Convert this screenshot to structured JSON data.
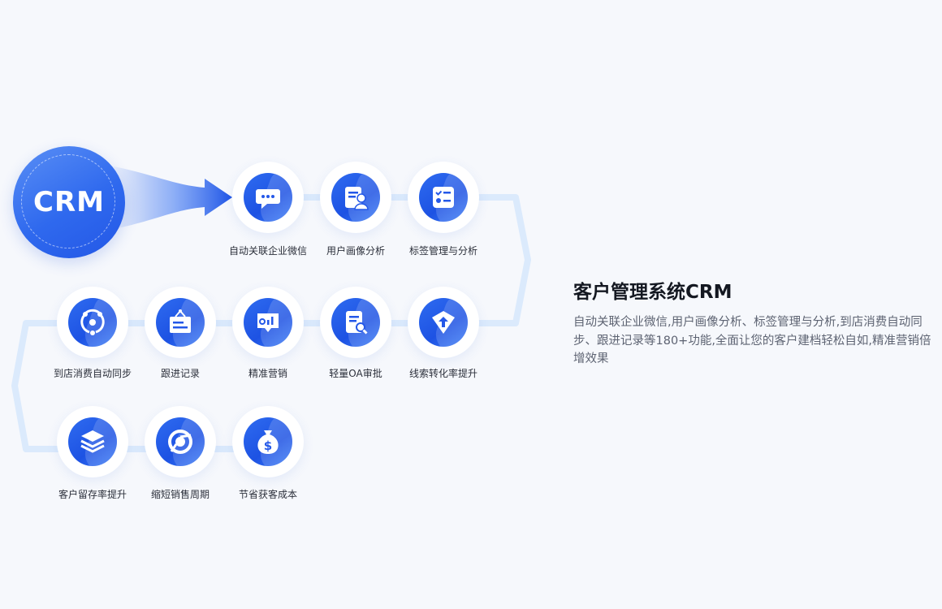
{
  "crm_badge": {
    "label": "CRM"
  },
  "nodes": [
    {
      "label": "自动关联企业微信",
      "icon": "chat-bubble-icon"
    },
    {
      "label": "用户画像分析",
      "icon": "user-profile-icon"
    },
    {
      "label": "标签管理与分析",
      "icon": "checklist-icon"
    },
    {
      "label": "到店消费自动同步",
      "icon": "sync-share-icon"
    },
    {
      "label": "跟进记录",
      "icon": "notice-board-icon"
    },
    {
      "label": "精准营销",
      "icon": "chart-tag-icon"
    },
    {
      "label": "轻量OA审批",
      "icon": "document-search-icon"
    },
    {
      "label": "线索转化率提升",
      "icon": "upload-arrow-icon"
    },
    {
      "label": "客户留存率提升",
      "icon": "layers-icon"
    },
    {
      "label": "缩短销售周期",
      "icon": "cycle-icon"
    },
    {
      "label": "节省获客成本",
      "icon": "dollar-coin-icon"
    }
  ],
  "info": {
    "title": "客户管理系统CRM",
    "description": "自动关联企业微信,用户画像分析、标签管理与分析,到店消费自动同步、跟进记录等180+功能,全面让您的客户建档轻松自如,精准营销倍增效果"
  },
  "colors": {
    "accent": "#2458e8",
    "path": "#dbeafc",
    "background": "#f6f8fc"
  }
}
